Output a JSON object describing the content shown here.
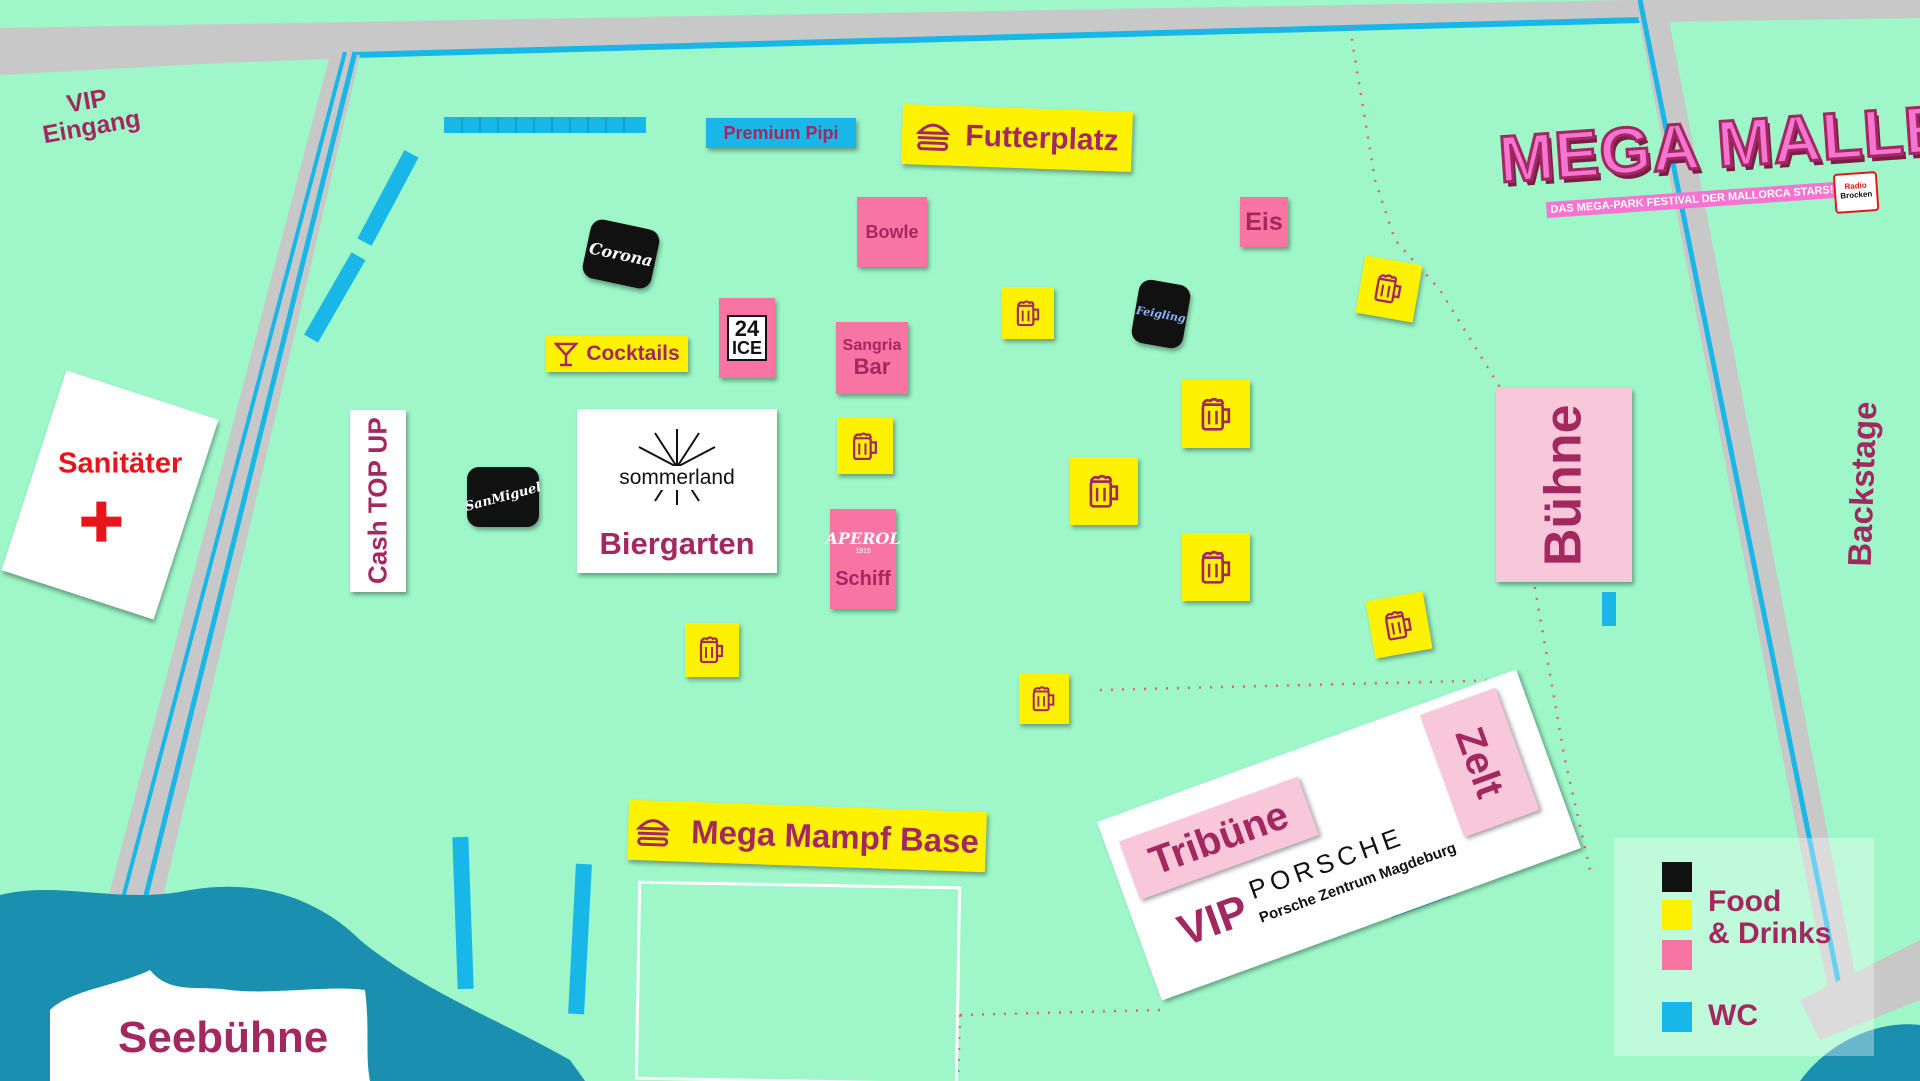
{
  "colors": {
    "grass": "#9df7c8",
    "road": "#c8c8c8",
    "road_edge": "#18b7e8",
    "water": "#1b8fb0",
    "label": "#a3285f",
    "food_yellow": "#fff200",
    "food_pink": "#f774a3",
    "food_black": "#111111",
    "wc_blue": "#18b7e8",
    "stage_pink": "#f8c7da",
    "red": "#e8141c"
  },
  "labels": {
    "vip_eingang_1": "VIP",
    "vip_eingang_2": "Eingang",
    "backstage": "Backstage",
    "seebuehne": "Seebühne"
  },
  "logo": {
    "title": "MEGA MALLE",
    "subtitle": "DAS MEGA-PARK FESTIVAL DER MALLORCA STARS!",
    "sponsor_1": "Radio",
    "sponsor_2": "Brocken"
  },
  "sanitaeter": {
    "label": "Sanitäter",
    "icon": "red-cross-icon"
  },
  "cash": {
    "label": "Cash TOP UP"
  },
  "premium_pipi": {
    "label": "Premium Pipi"
  },
  "futterplatz": {
    "label": "Futterplatz",
    "icon": "burger-icon"
  },
  "mega_mampf": {
    "label": "Mega Mampf Base",
    "icon": "burger-icon"
  },
  "cocktails": {
    "label": "Cocktails",
    "icon": "cocktail-glass-icon"
  },
  "biergarten": {
    "brand": "sommerland",
    "label": "Biergarten"
  },
  "bowle": {
    "label": "Bowle"
  },
  "eis": {
    "label": "Eis"
  },
  "sangria": {
    "line1": "Sangria",
    "line2": "Bar"
  },
  "aperol": {
    "brand": "APEROL",
    "brand_sub": "1919",
    "label": "Schiff"
  },
  "ice24": {
    "line1": "24",
    "line2": "ICE"
  },
  "corona": {
    "label": "Corona"
  },
  "sanmiguel": {
    "label": "SanMiguel"
  },
  "feigling": {
    "label": "Feigling"
  },
  "buehne": {
    "label": "Bühne"
  },
  "vip_area": {
    "tribuene": "Tribüne",
    "zelt": "Zelt",
    "vip": "VIP",
    "brand": "PORSCHE",
    "brand_sub": "Porsche Zentrum Magdeburg"
  },
  "legend": {
    "food_1": "Food",
    "food_2": "& Drinks",
    "wc": "WC"
  }
}
